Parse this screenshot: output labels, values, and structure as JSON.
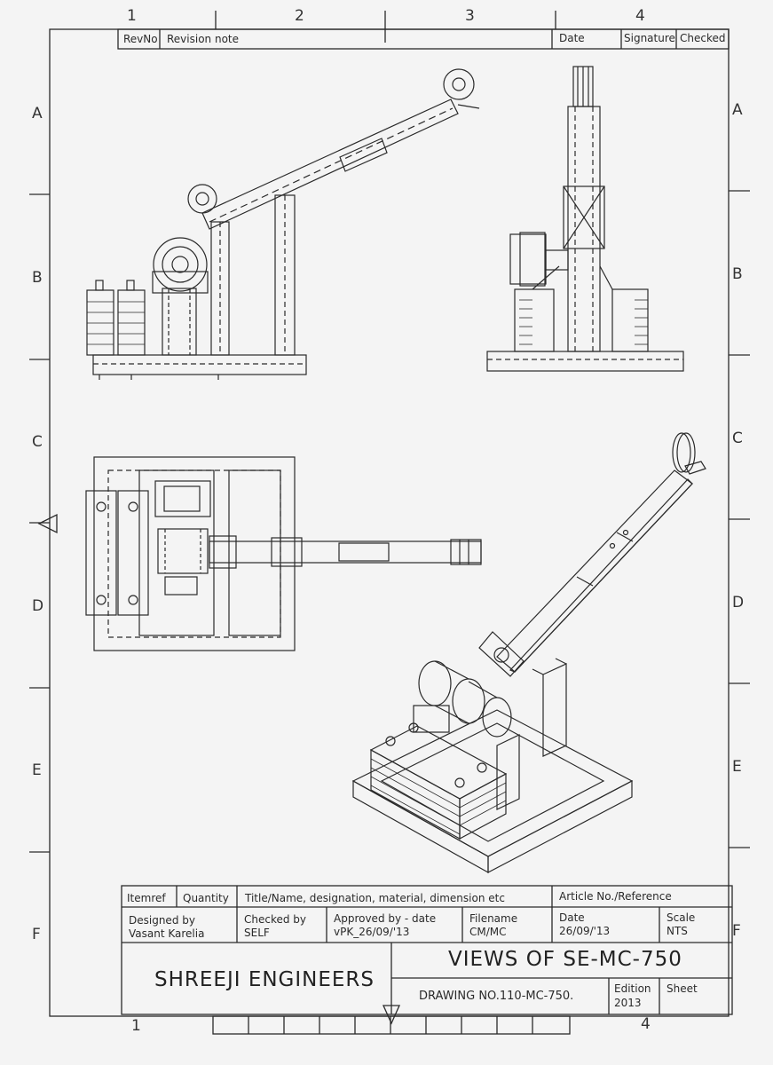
{
  "columns": [
    "1",
    "2",
    "3",
    "4"
  ],
  "rows": [
    "A",
    "B",
    "C",
    "D",
    "E",
    "F"
  ],
  "revision": {
    "rev_no": "RevNo",
    "note": "Revision note",
    "date": "Date",
    "signature": "Signature",
    "checked": "Checked"
  },
  "title_block": {
    "itemref": "Itemref",
    "quantity": "Quantity",
    "title_header": "Title/Name, designation, material, dimension etc",
    "article_header": "Article No./Reference",
    "designed_by_label": "Designed by",
    "designed_by": "Vasant Karelia",
    "checked_by_label": "Checked by",
    "checked_by": "SELF",
    "approved_label": "Approved by - date",
    "approved": "vPK_26/09/'13",
    "filename_label": "Filename",
    "filename": "CM/MC",
    "date_label": "Date",
    "date": "26/09/'13",
    "scale_label": "Scale",
    "scale": "NTS",
    "company": "SHREEJI ENGINEERS",
    "drawing_title": "VIEWS OF SE-MC-750",
    "drawing_no": "DRAWING NO.110-MC-750.",
    "edition_label": "Edition",
    "edition": "2013",
    "sheet_label": "Sheet"
  },
  "colors": {
    "ink": "#2a2a2a",
    "paper": "#f4f4f4"
  }
}
